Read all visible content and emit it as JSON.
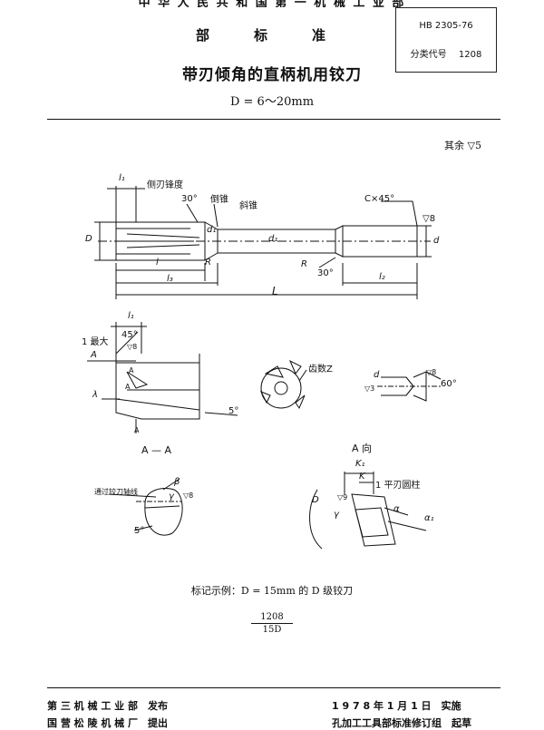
{
  "header": {
    "top_line": "中 华 人 民 共 和 国 第 一 机 械 工 业 部",
    "dept_chars": [
      "部",
      "标",
      "准"
    ],
    "title": "带刃倾角的直柄机用铰刀",
    "diameter": "D = 6～20mm"
  },
  "std_box": {
    "code": "HB 2305-76",
    "class_label": "分类代号",
    "class_value": "1208"
  },
  "rest_note": "其余 ▽5",
  "drawing": {
    "labels": {
      "l1": "l₁",
      "side_margin": "侧刃锋度",
      "angle30": "30°",
      "chamfer": "倒锥",
      "cone": "斜锥",
      "D": "D",
      "d1": "d₁",
      "d1b": "d₁",
      "l": "l",
      "R": "R",
      "l3": "l₃",
      "cx45": "C×45°",
      "v8": "▽8",
      "d": "d",
      "R2": "R",
      "angle30b": "30°",
      "l2": "l₂",
      "L": "L",
      "l1b": "l₁",
      "max1": "1 最大",
      "deg45": "45°",
      "v8b": "▽8",
      "A1": "A",
      "A2": "A",
      "A3": "A",
      "A4": "A",
      "lambda": "λ",
      "deg5": "5°",
      "teeth": "齿数Z",
      "d_small": "d",
      "v3": "▽3",
      "v8c": "▽8",
      "deg60": "60°",
      "section_AA": "A — A",
      "view_A": "A 向",
      "via_center": "通过铰刀轴线",
      "beta": "β",
      "gamma": "γ",
      "v8d": "▽8",
      "deg5b": "5°",
      "K1": "K₁",
      "K": "K",
      "land": "1 平刃圆柱",
      "D_fi": "D",
      "gamma2": "γ",
      "alpha": "α",
      "alpha1": "α₁",
      "v9": "▽9"
    }
  },
  "example": "标记示例：D = 15mm 的 D 级铰刀",
  "fraction": {
    "num": "1208",
    "den": "15D"
  },
  "footer": {
    "left1": "第 三 机 械 工 业 部　发布",
    "left2": "国 营 松 陵 机 械 厂　提出",
    "right1": "1 9 7 8 年 1 月 1 日　实施",
    "right2": "孔加工工具部标准修订组　起草"
  },
  "colors": {
    "ink": "#111111",
    "paper": "#ffffff"
  }
}
